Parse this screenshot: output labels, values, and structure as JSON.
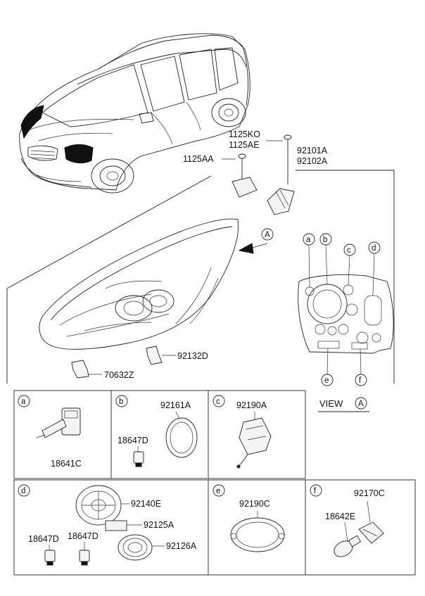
{
  "labels": {
    "p1125ko": "1125KO",
    "p1125ae": "1125AE",
    "p92101a": "92101A",
    "p92102a": "92102A",
    "p1125aa": "1125AA",
    "p92132d": "92132D",
    "p70632z": "70632Z",
    "view_arrow": "A",
    "view_label": "VIEW",
    "view_letter": "A"
  },
  "callouts": [
    "a",
    "b",
    "c",
    "d",
    "e",
    "f"
  ],
  "panels": {
    "a": {
      "letter": "a",
      "parts": [
        "18641C"
      ]
    },
    "b": {
      "letter": "b",
      "parts": [
        "92161A",
        "18647D"
      ]
    },
    "c": {
      "letter": "c",
      "parts": [
        "92190A"
      ]
    },
    "d": {
      "letter": "d",
      "parts": [
        "92140E",
        "92125A",
        "92126A",
        "18647D",
        "18647D"
      ]
    },
    "e": {
      "letter": "e",
      "parts": [
        "92190C"
      ]
    },
    "f": {
      "letter": "f",
      "parts": [
        "92170C",
        "18642E"
      ]
    }
  },
  "icons": [
    "car-illustration",
    "headlamp-assembly",
    "bracket",
    "bolt",
    "bulb",
    "socket",
    "motor",
    "connector"
  ]
}
